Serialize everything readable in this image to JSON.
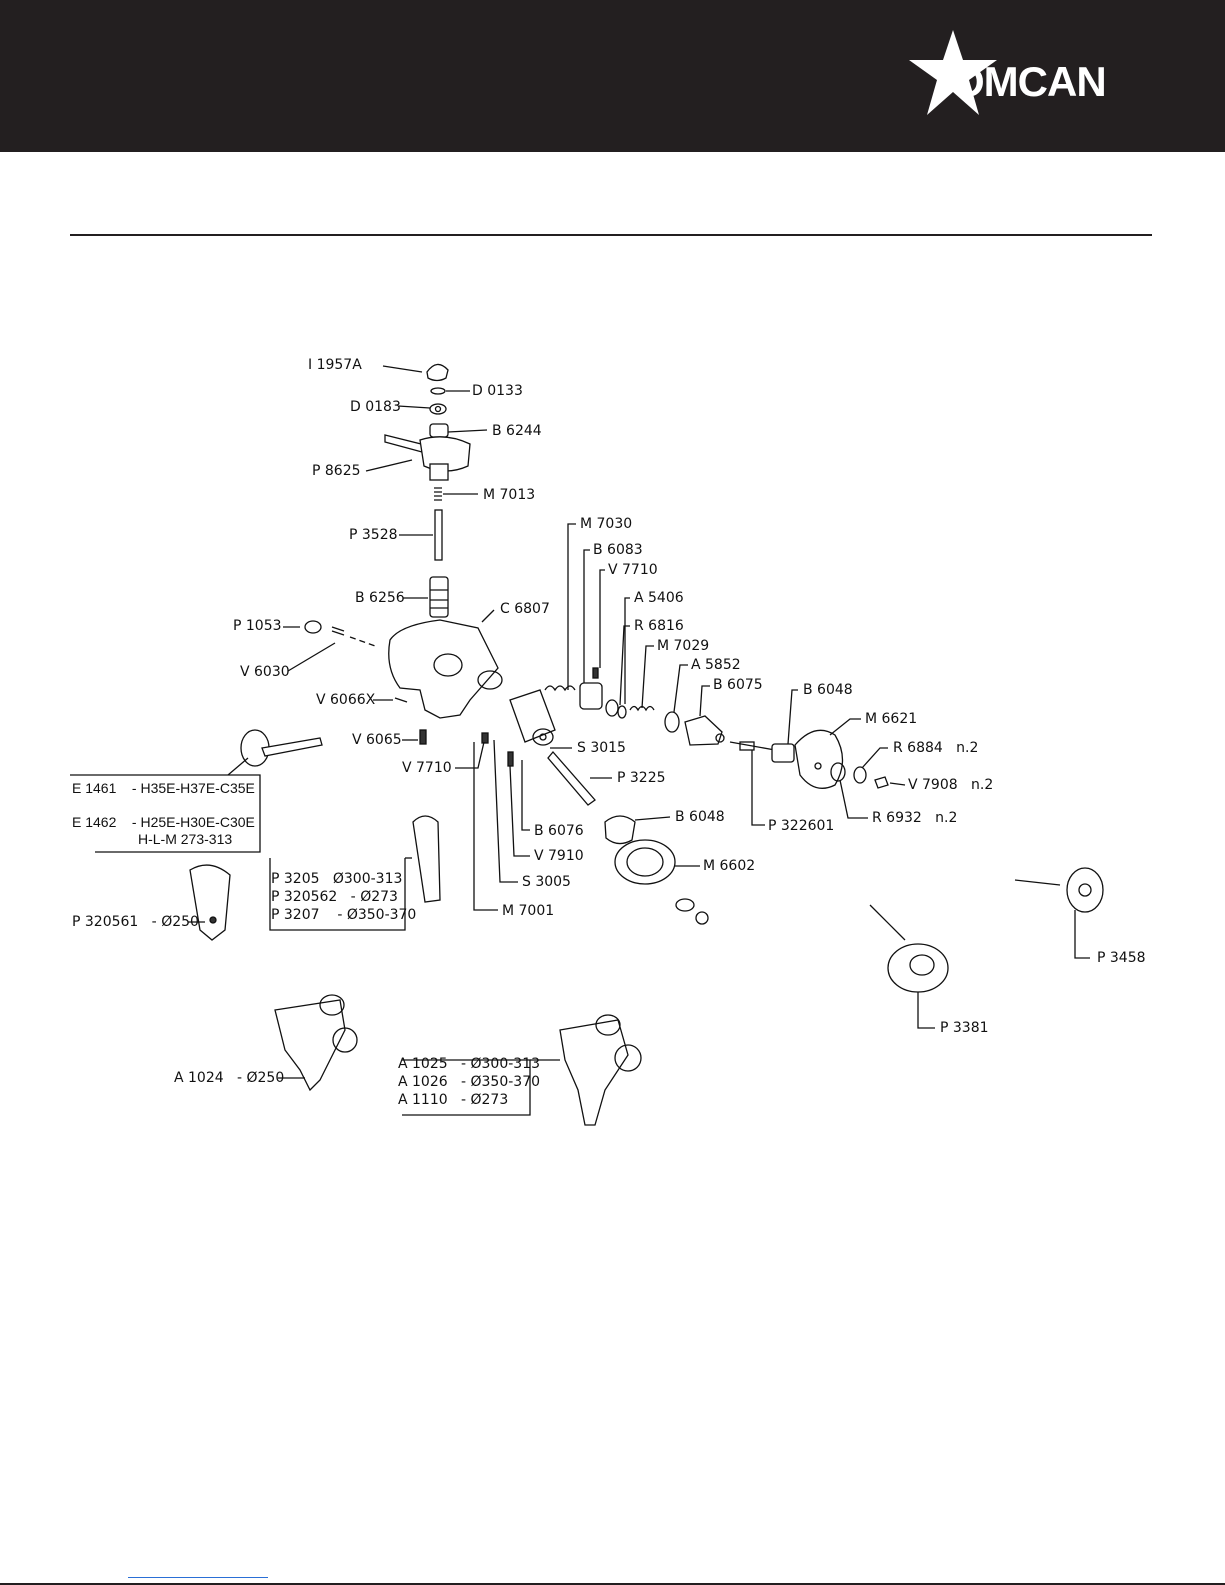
{
  "brand": {
    "name": "OMCAN"
  },
  "labels": {
    "i1957a": "I 1957A",
    "d0133": "D 0133",
    "d0183": "D 0183",
    "b6244": "B 6244",
    "p8625": "P 8625",
    "m7013": "M 7013",
    "p3528": "P 3528",
    "m7030": "M 7030",
    "b6083": "B 6083",
    "v7710a": "V 7710",
    "a5406": "A 5406",
    "r6816": "R 6816",
    "m7029": "M 7029",
    "a5852": "A 5852",
    "b6075": "B 6075",
    "b6256": "B 6256",
    "c6807": "C 6807",
    "p1053": "P 1053",
    "v6030": "V 6030",
    "v6066x": "V 6066X",
    "v6065": "V 6065",
    "b6048a": "B 6048",
    "m6621": "M 6621",
    "r6884": "R 6884   n.2",
    "v7908": "V 7908   n.2",
    "r6932": "R 6932   n.2",
    "s3015": "S 3015",
    "v7710b": "V 7710",
    "p3225": "P 3225",
    "b6048b": "B 6048",
    "p322601": "P 322601",
    "b6076": "B 6076",
    "v7910": "V 7910",
    "m6602": "M 6602",
    "s3005": "S 3005",
    "m7001": "M 7001",
    "p3458": "P 3458",
    "p3381": "P 3381",
    "p320561": "P 320561   - Ø250",
    "a1024": "A 1024   - Ø250"
  },
  "boxes": {
    "e14": {
      "line1": "E 1461    - H35E-H37E-C35E",
      "line2": "E 1462    - H25E-H30E-C30E",
      "line3": "H-L-M 273-313"
    },
    "p32": {
      "line1": "P 3205   Ø300-313",
      "line2": "P 320562   - Ø273",
      "line3": "P 3207    - Ø350-370"
    },
    "a10": {
      "line1": "A 1025   - Ø300-313",
      "line2": "A 1026   - Ø350-370",
      "line3": "A 1110   - Ø273"
    }
  }
}
